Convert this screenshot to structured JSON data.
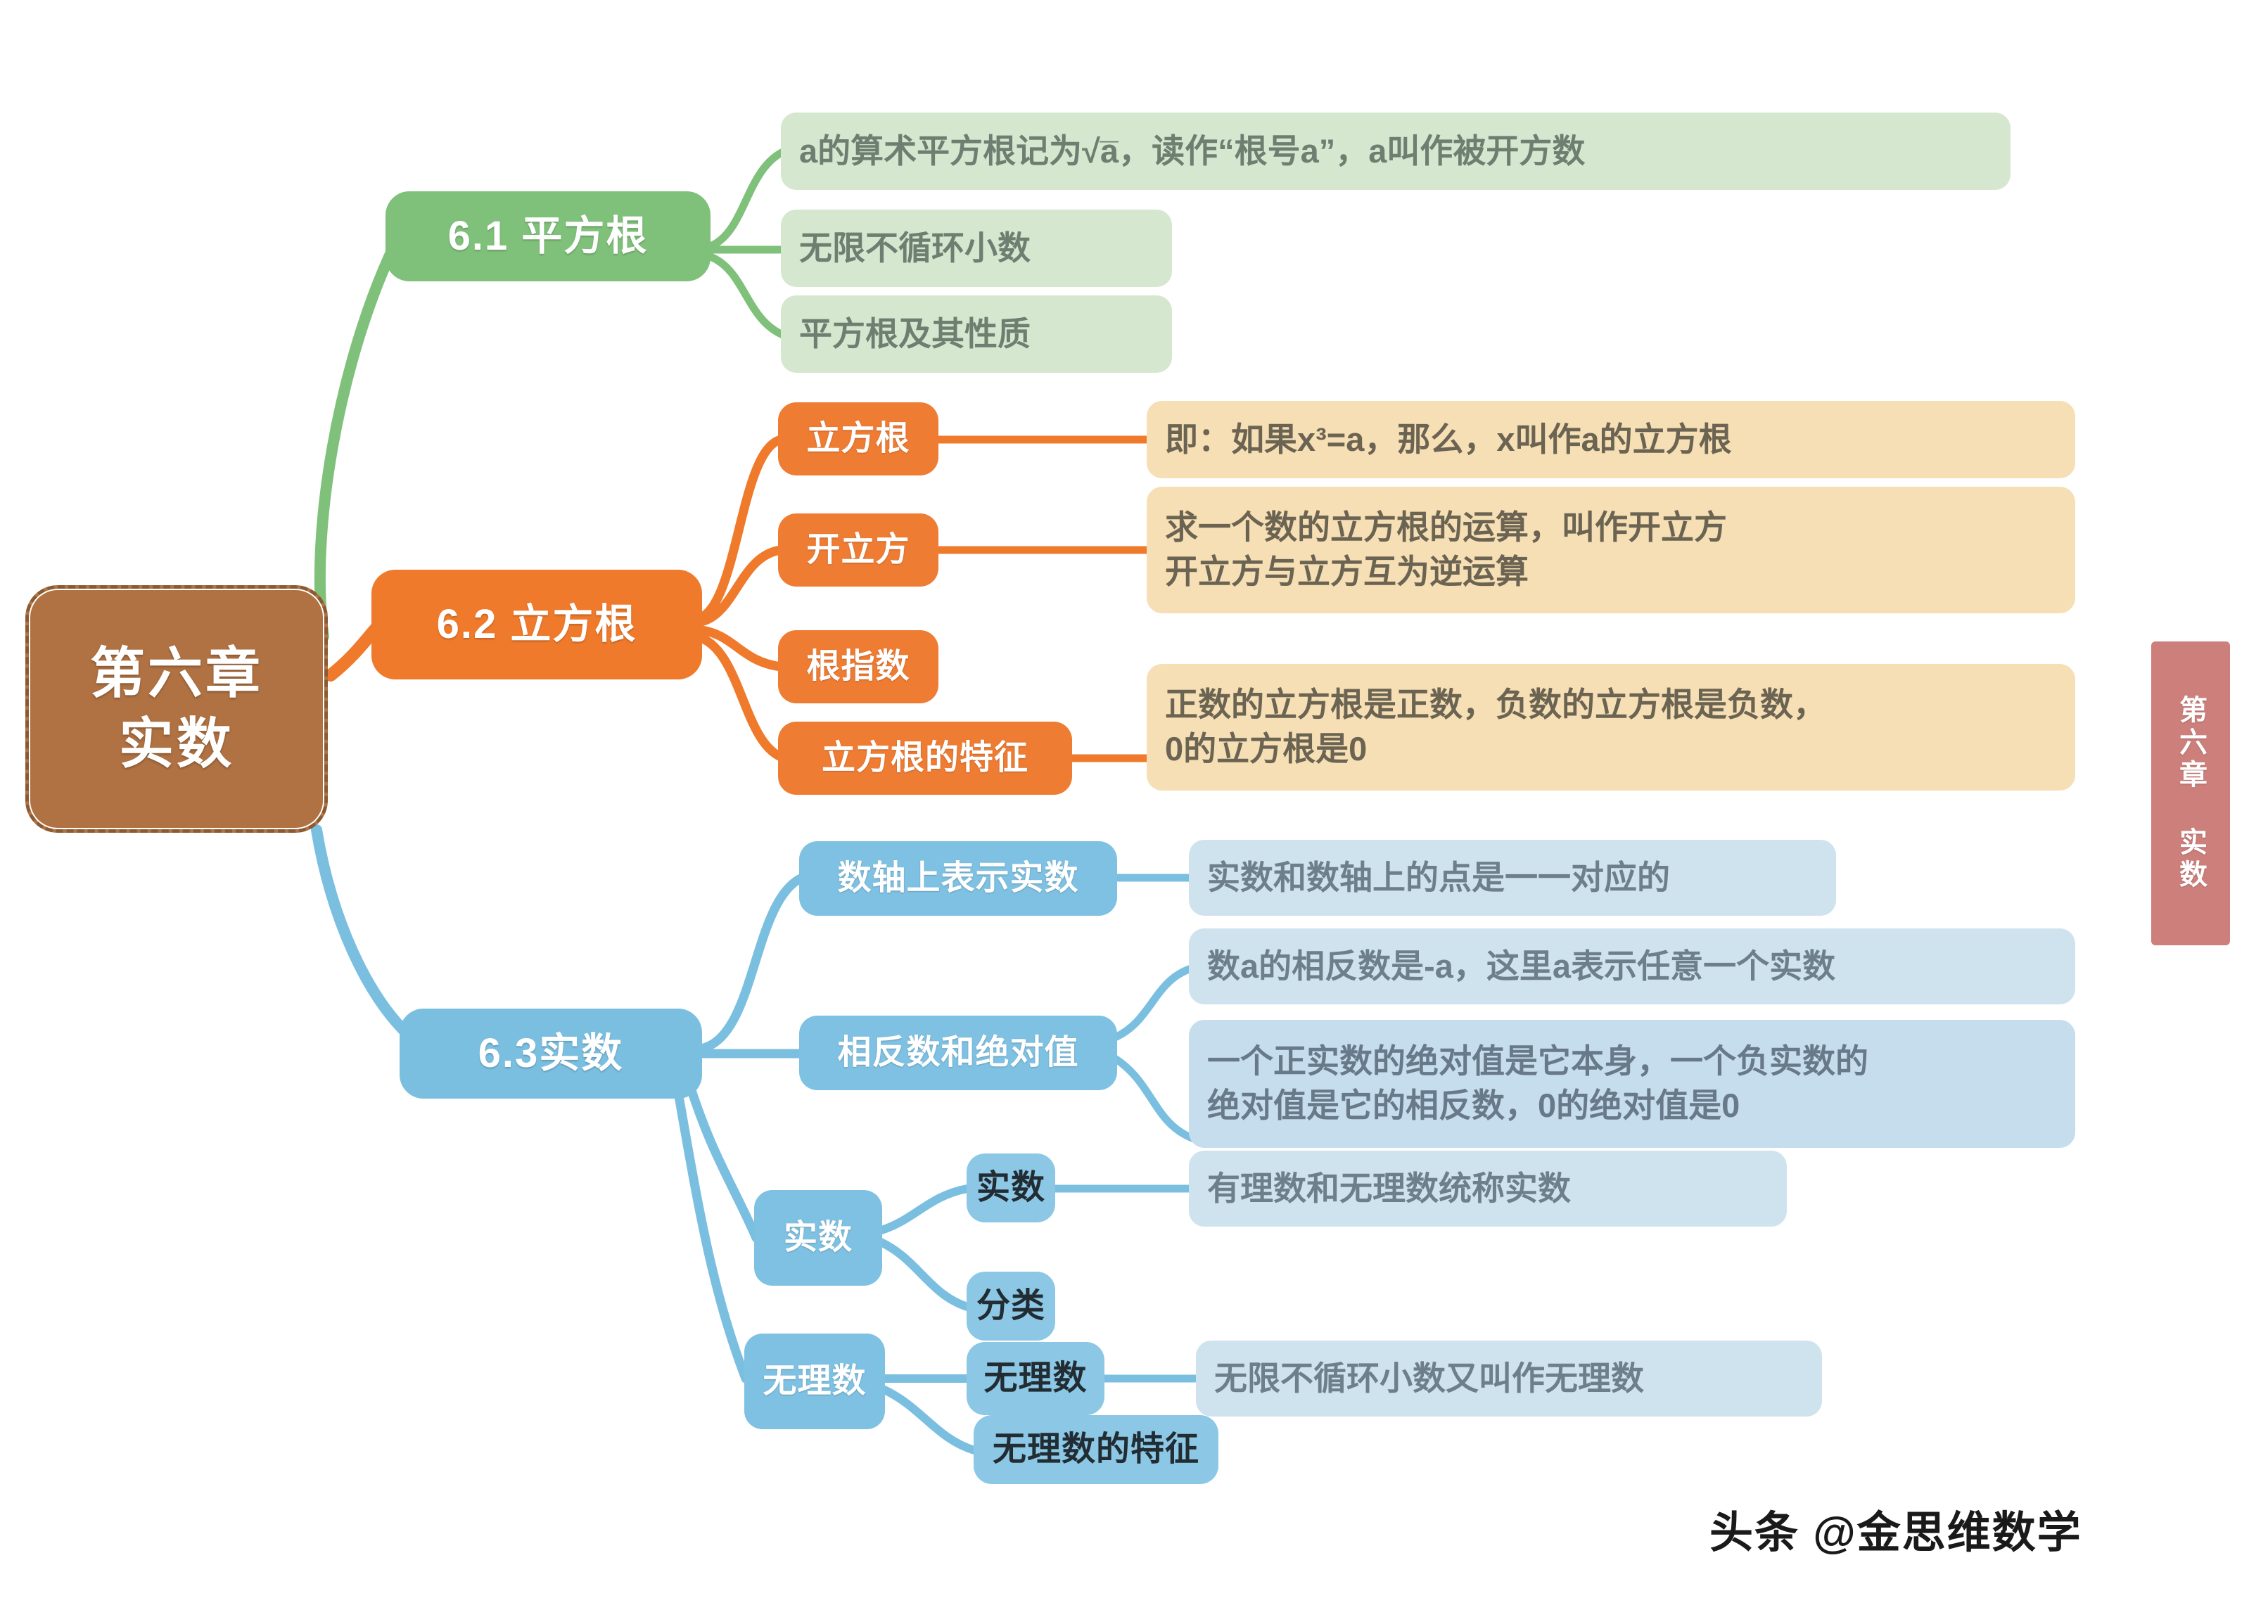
{
  "title": "第六章 实数 思维导图",
  "central": {
    "label": "第六章\n实数",
    "color": "#b07242"
  },
  "side_tab": {
    "label": "第六章 实数",
    "color": "#cd7f7b"
  },
  "watermark": {
    "text": "头条 @金思维数学"
  },
  "colors": {
    "green": "#7fc17a",
    "green_pale": "#d6e7cf",
    "orange": "#ef7a2b",
    "cream": "#f6dfb4",
    "blue": "#7bbfe0",
    "blue_pale": "#cfe3ee",
    "brown": "#b07242",
    "red_tab": "#cd7f7b"
  },
  "branches": [
    {
      "id": "b61",
      "label": "6.1 平方根",
      "color": "#7fc17a",
      "leaves": [
        {
          "text": "a的算术平方根记为√a̅，读作“根号a”，a叫作被开方数"
        },
        {
          "text": "无限不循环小数"
        },
        {
          "text": "平方根及其性质"
        }
      ]
    },
    {
      "id": "b62",
      "label": "6.2 立方根",
      "color": "#ef7a2b",
      "children": [
        {
          "label": "立方根",
          "desc": "即：如果x³=a，那么，x叫作a的立方根"
        },
        {
          "label": "开立方",
          "desc": "求一个数的立方根的运算，叫作开立方\n开立方与立方互为逆运算"
        },
        {
          "label": "根指数",
          "desc": ""
        },
        {
          "label": "立方根的特征",
          "desc": "正数的立方根是正数，负数的立方根是负数，\n0的立方根是0"
        }
      ]
    },
    {
      "id": "b63",
      "label": "6.3实数",
      "color": "#7bbfe0",
      "children": [
        {
          "label": "数轴上表示实数",
          "desc": "实数和数轴上的点是一一对应的"
        },
        {
          "label": "相反数和绝对值",
          "descs": [
            "数a的相反数是-a，这里a表示任意一个实数",
            "一个正实数的绝对值是它本身，一个负实数的\n绝对值是它的相反数，0的绝对值是0"
          ]
        },
        {
          "label": "实数",
          "grandchildren": [
            {
              "label": "实数",
              "desc": "有理数和无理数统称实数"
            },
            {
              "label": "分类",
              "desc": ""
            }
          ]
        },
        {
          "label": "无理数",
          "grandchildren": [
            {
              "label": "无理数",
              "desc": "无限不循环小数又叫作无理数"
            },
            {
              "label": "无理数的特征",
              "desc": ""
            }
          ]
        }
      ]
    }
  ]
}
